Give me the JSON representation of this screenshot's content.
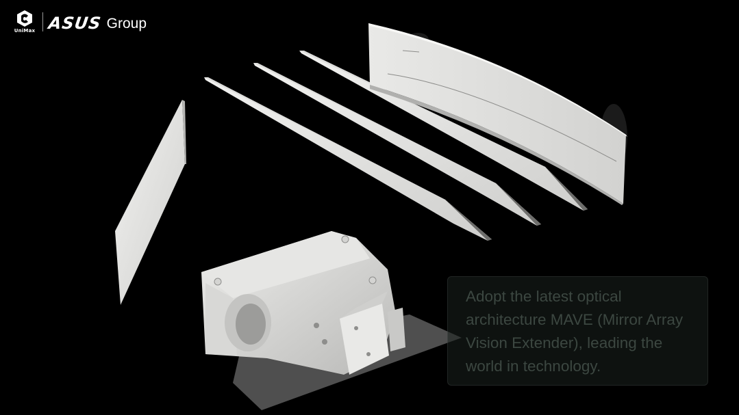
{
  "branding": {
    "unimax_label": "UniMax",
    "asus_label": "ASUS",
    "group_label": "Group"
  },
  "caption": {
    "text": "Adopt the latest optical architecture MAVE (Mirror Array Vision Extender), leading the world in technology."
  },
  "colors": {
    "background": "#000000",
    "panel_white": "#e4e4e2",
    "caption_text": "#3c4741",
    "caption_bg": "#1a211e"
  },
  "icons": [
    "unimax-logo-icon",
    "asus-logo-icon"
  ]
}
